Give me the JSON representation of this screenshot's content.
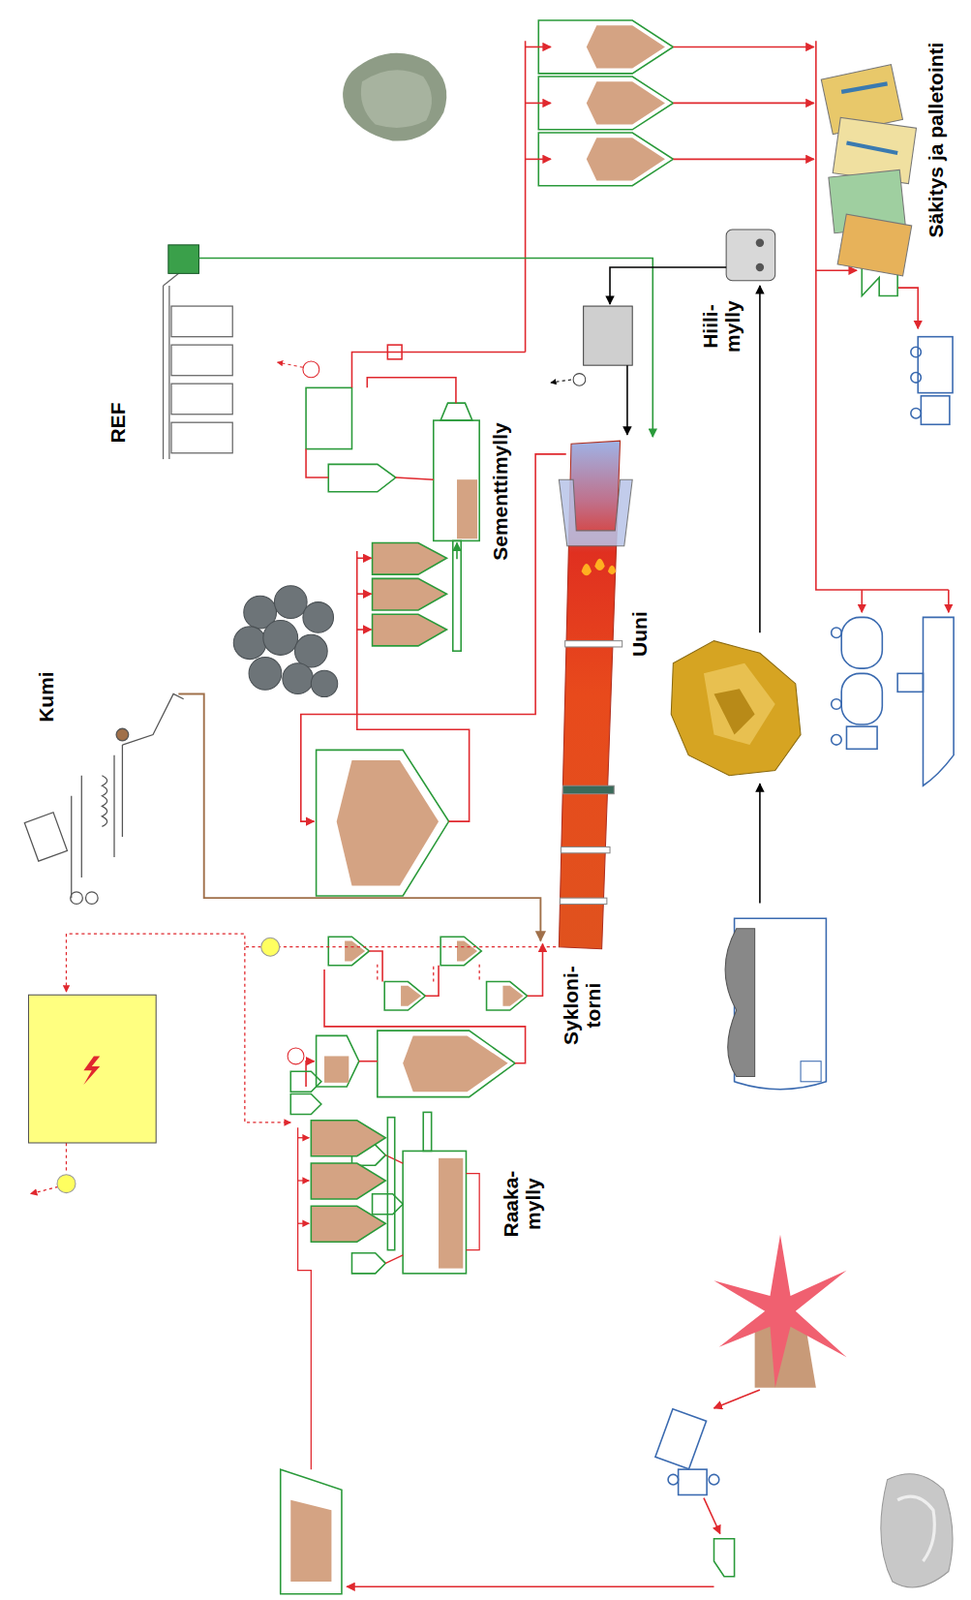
{
  "diagram": {
    "labels": [
      "Säkitys ja palletointi",
      "Hiili- mylly",
      "Sementtimylly",
      "REF",
      "Uuni",
      "Kumi",
      "Sykloni- torni",
      "Raaka- mylly"
    ]
  }
}
